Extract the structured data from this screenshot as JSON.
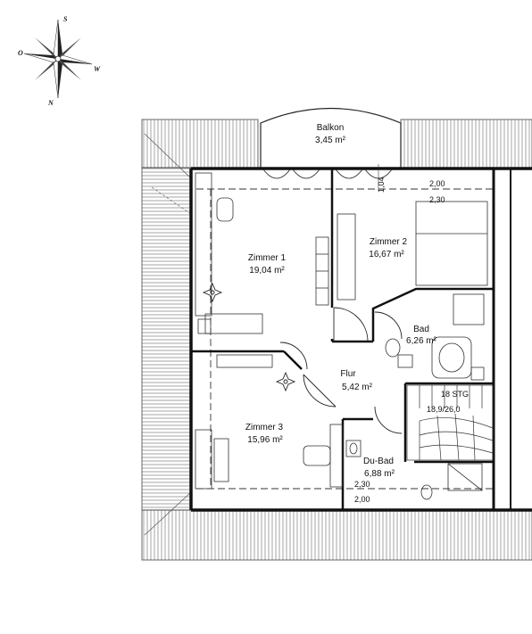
{
  "compass": {
    "top": "S",
    "bottom": "N",
    "left": "O",
    "right": "W"
  },
  "rooms": {
    "balkon": {
      "name": "Balkon",
      "area": "3,45 m²"
    },
    "zimmer1": {
      "name": "Zimmer 1",
      "area": "19,04 m²"
    },
    "zimmer2": {
      "name": "Zimmer 2",
      "area": "16,67 m²"
    },
    "bad": {
      "name": "Bad",
      "area": "6,26 m²"
    },
    "flur": {
      "name": "Flur",
      "area": "5,42 m²"
    },
    "zimmer3": {
      "name": "Zimmer 3",
      "area": "15,96 m²"
    },
    "dubad": {
      "name": "Du-Bad",
      "area": "6,88 m²"
    }
  },
  "dimensions": {
    "window_height": "1,04",
    "top_upper": "2,00",
    "top_lower": "2,30",
    "bottom_upper": "2,30",
    "bottom_lower": "2,00"
  },
  "stairs": {
    "count": "18 STG",
    "ratio": "18,9/26,0"
  },
  "colors": {
    "wall": "#111111",
    "roof_hatch": "#555555",
    "furniture": "#333333",
    "background": "#ffffff"
  }
}
